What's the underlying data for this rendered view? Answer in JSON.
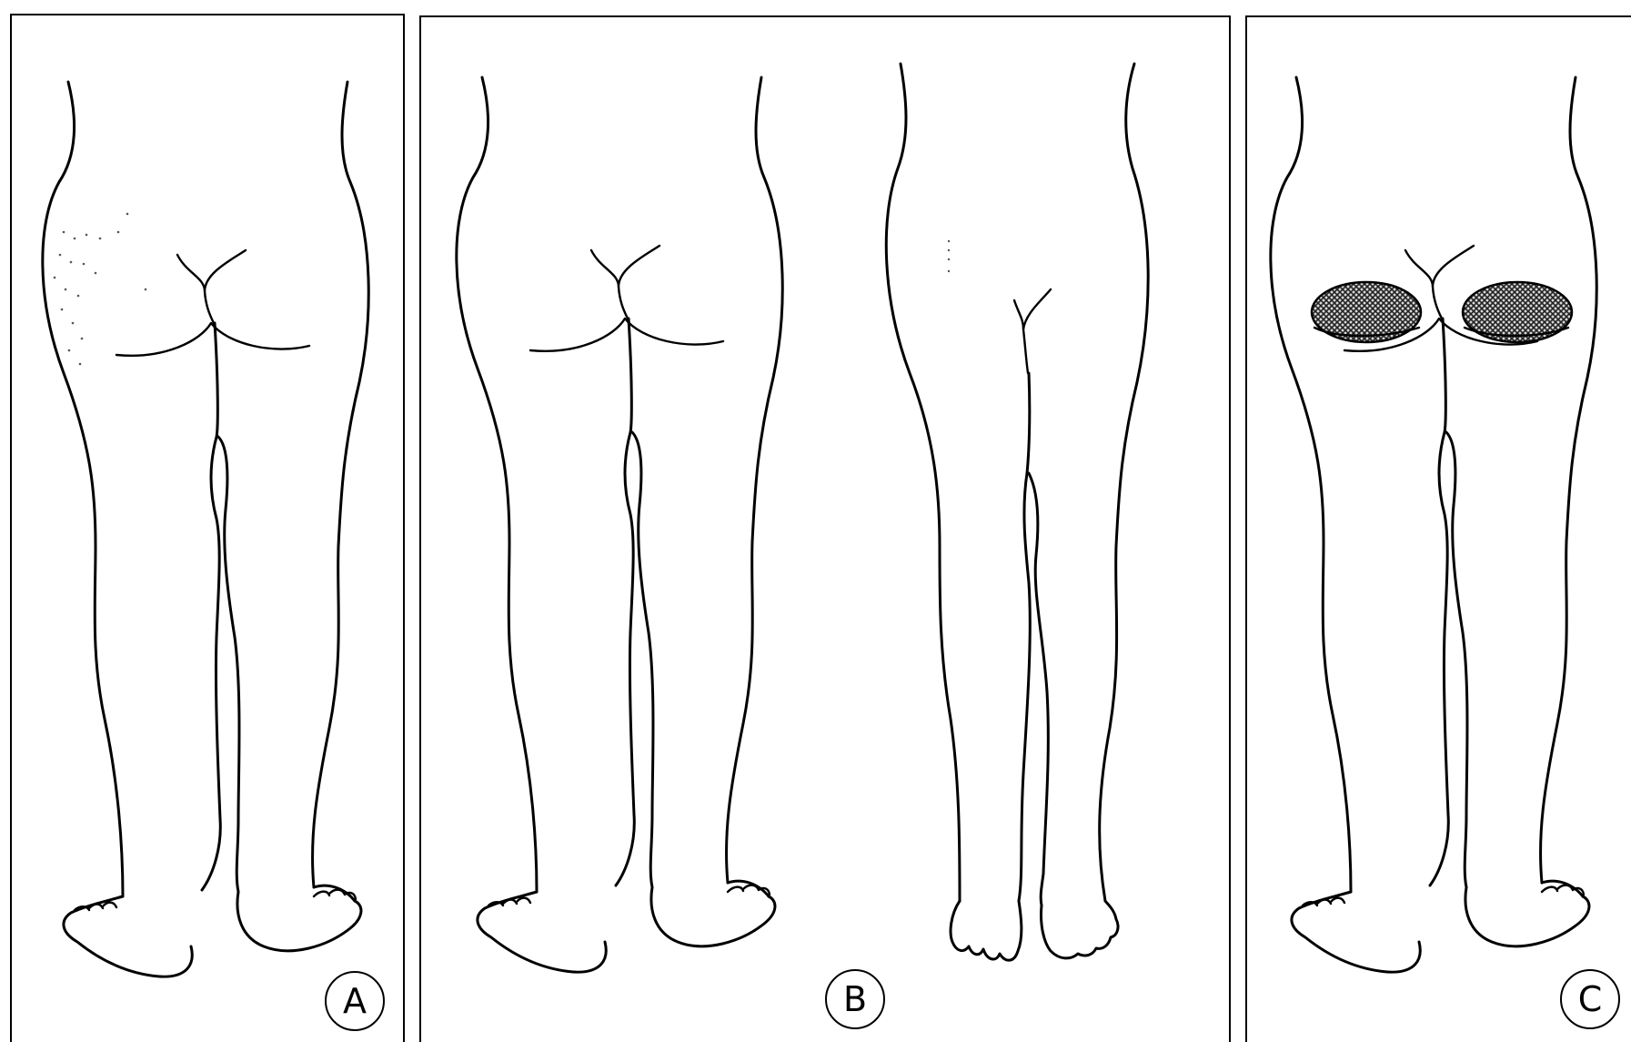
{
  "panels": [
    {
      "id": "a",
      "label": "A",
      "lesion": "none"
    },
    {
      "id": "b",
      "label": "B",
      "lesion": "none"
    },
    {
      "id": "c",
      "label": "C",
      "lesion": "bilateral-buttocks"
    }
  ],
  "colors": {
    "line": "#000000",
    "background": "#ffffff",
    "lesion_fill": "#3a3a3a"
  }
}
